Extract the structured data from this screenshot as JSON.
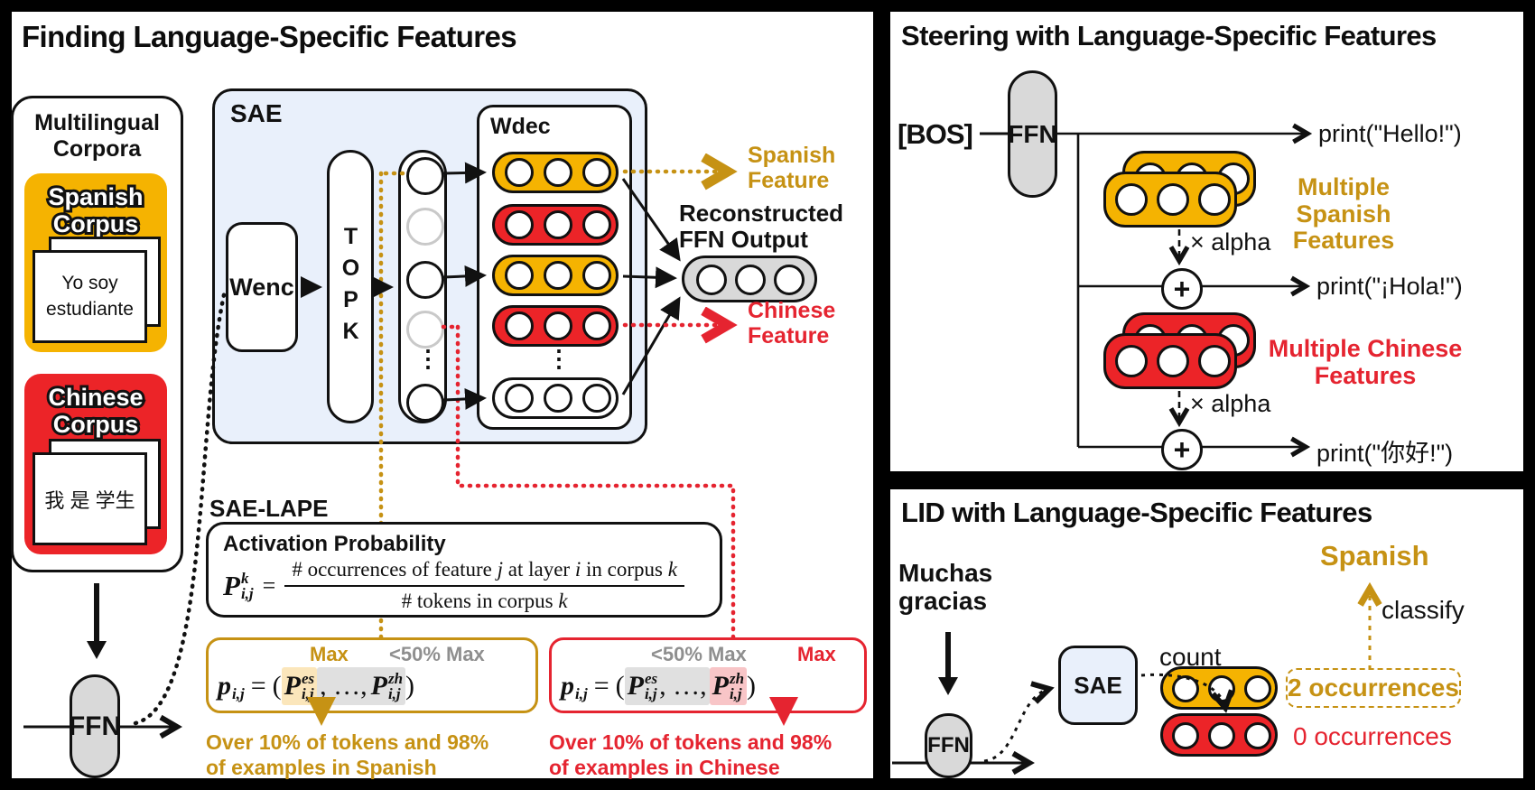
{
  "colors": {
    "yellow": "#f5b301",
    "red": "#ec2428",
    "gold_text": "#c69214",
    "red_text": "#e52430",
    "gray_fill": "#d9d9d9",
    "sae_blue": "#e9f0fb",
    "hl_yellow": "#fbe6bb",
    "hl_gray": "#e0e0e0",
    "hl_pink": "#f8c5c7",
    "inactive_stroke": "#c9c9c9"
  },
  "finding": {
    "title": "Finding Language-Specific Features",
    "corpora": {
      "title": "Multilingual Corpora",
      "spanish_label": "Spanish Corpus",
      "spanish_text": "Yo soy estudiante",
      "chinese_label": "Chinese Corpus",
      "chinese_text": "我 是 学生"
    },
    "ffn_label": "FFN",
    "sae": {
      "label": "SAE",
      "wenc": "Wenc",
      "topk": "TOPK",
      "wdec": "Wdec"
    },
    "recon_label": "Reconstructed FFN Output",
    "spanish_feature": "Spanish Feature",
    "chinese_feature": "Chinese Feature",
    "sae_lape_label": "SAE-LAPE",
    "act": {
      "title": "Activation Probability",
      "P": "P",
      "k": "k",
      "sub": "i,j",
      "eq": "=",
      "num_pre": "# occurrences of feature ",
      "num_j": "j",
      "num_mid": " at layer ",
      "num_i": "i",
      "num_post": " in corpus ",
      "num_k": "k",
      "den_pre": "# tokens in corpus ",
      "den_k": "k"
    },
    "caption_es_1": "Over 10% of tokens and 98%",
    "caption_es_2": "of examples in Spanish",
    "caption_zh_1": "Over 10% of tokens and 98%",
    "caption_zh_2": "of examples in Chinese",
    "wdec_rows": [
      "yellow",
      "red",
      "yellow",
      "red",
      "white"
    ],
    "latent_nodes": [
      "on",
      "off",
      "on",
      "off",
      "on"
    ]
  },
  "formula": {
    "p": "p",
    "sub": "i,j",
    "eq": "=",
    "open": "(",
    "P": "P",
    "es": "es",
    "zh": "zh",
    "dots": ", …,",
    "close": ")"
  },
  "labels": {
    "max": "Max",
    "lt50": "<50% Max"
  },
  "steering": {
    "title": "Steering with Language-Specific Features",
    "bos": "[BOS]",
    "ffn_label": "FFN",
    "print_hello": "print(\"Hello!\")",
    "print_hola": "print(\"¡Hola!\")",
    "print_nihao": "print(\"你好!\")",
    "spanish_label": "Multiple Spanish Features",
    "chinese_label": "Multiple Chinese Features",
    "alpha": "× alpha",
    "plus": "+"
  },
  "lid": {
    "title": "LID with Language-Specific Features",
    "input": "Muchas gracias",
    "ffn_label": "FFN",
    "sae_label": "SAE",
    "count": "count",
    "classify": "classify",
    "result": "Spanish",
    "occ_es": "2 occurrences",
    "occ_zh": "0 occurrences"
  },
  "misc": {
    "vdots": "⋮"
  }
}
